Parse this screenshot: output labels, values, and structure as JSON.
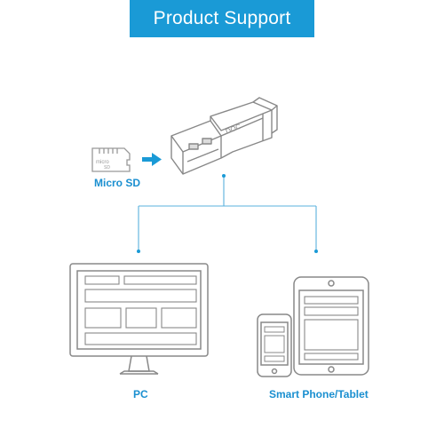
{
  "banner": {
    "title": "Product Support",
    "color": "#1a9ad6"
  },
  "labels": {
    "micro_sd": "Micro SD",
    "pc": "PC",
    "smart_phone_tablet": "Smart Phone/Tablet"
  },
  "colors": {
    "accent": "#1a9ad6",
    "label_text": "#1a8fd0",
    "line_art": "#888888",
    "connector_line": "#5ab0dc",
    "arrow": "#1a9ad6"
  },
  "icons": [
    "micro-sd-card-icon",
    "arrow-right-icon",
    "card-reader-icon",
    "monitor-icon",
    "tablet-icon",
    "smartphone-icon"
  ]
}
